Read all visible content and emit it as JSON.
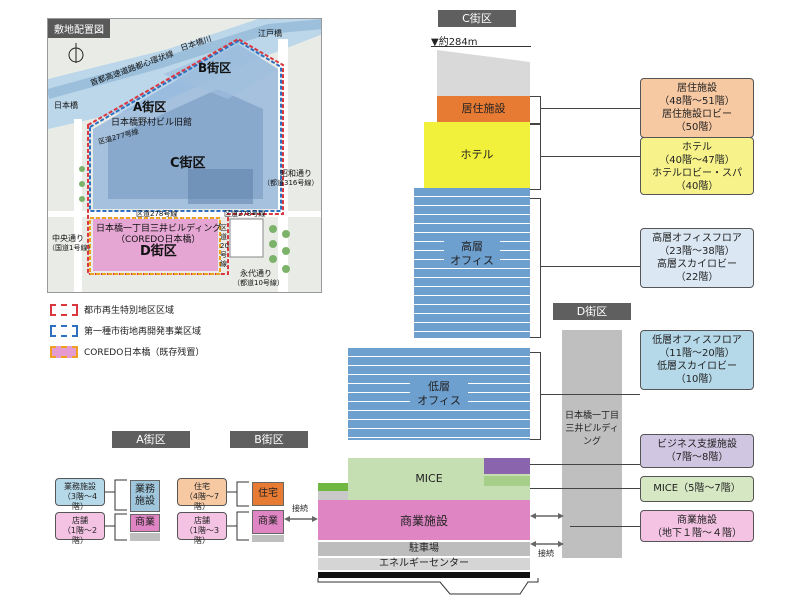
{
  "map": {
    "title": "敷地配置図",
    "labels": {
      "edo_bridge": "江戸橋",
      "nihonbashi_river": "日本橋川",
      "expressway": "首都高速道路都心環状線",
      "nihonbashi": "日本橋",
      "nomura": "日本橋野村ビル旧館",
      "road277": "区道277号線",
      "showa": "昭和通り",
      "showa_sub": "（都道316号線）",
      "road278a": "区道278号線",
      "road278b": "区道278号線",
      "chuo": "中央通り",
      "chuo_sub": "（国道1号線）",
      "road20": "区道20号線",
      "eitai": "永代通り",
      "eitai_sub": "（都道10号線）",
      "b_block": "B街区",
      "a_block": "A街区",
      "c_block": "C街区",
      "d_block": "D街区",
      "mitsui_building": "日本橋一丁目三井ビルディング",
      "coredo": "（COREDO日本橋）"
    }
  },
  "legend": [
    {
      "label": "都市再生特別地区区域",
      "color": "#d9363e"
    },
    {
      "label": "第一種市街地再開発事業区域",
      "color": "#2f6fc0"
    },
    {
      "label": "COREDO日本橋（既存残置）",
      "color": "#f0a020"
    }
  ],
  "towers": {
    "c_header": "C街区",
    "d_header": "D街区",
    "a_header": "A街区",
    "b_header": "B街区",
    "height": "▼約284m",
    "residential": "居住施設",
    "hotel": "ホテル",
    "high_office": "高層\nオフィス",
    "low_office": "低層\nオフィス",
    "mice": "MICE",
    "commercial": "商業施設",
    "parking": "駐車場",
    "energy": "エネルギーセンター",
    "d_building": "日本橋一丁目\n三井ビルディング",
    "connection1": "接続",
    "connection2": "接続"
  },
  "a_block": {
    "callouts": [
      {
        "text": "業務施設\n（3階～4階）"
      },
      {
        "text": "店舗\n（1階～2階）"
      }
    ],
    "office": "業務\n施設",
    "commercial": "商業"
  },
  "b_block": {
    "callouts": [
      {
        "text": "住宅\n（4階～7階）"
      },
      {
        "text": "店舗\n（1階～3階）"
      }
    ],
    "residence": "住宅",
    "commercial": "商業"
  },
  "right_callouts": [
    {
      "text": "居住施設\n（48階～51階）\n居住施設ロビー\n（50階）",
      "color": "#f7c9a3"
    },
    {
      "text": "ホテル\n（40階～47階）\nホテルロビー・スパ\n（40階）",
      "color": "#f7f38a"
    },
    {
      "text": "高層オフィスフロア\n（23階～38階）\n高層スカイロビー\n（22階）",
      "color": "#dbe8f4"
    },
    {
      "text": "低層オフィスフロア\n（11階～20階）\n低層スカイロビー\n（10階）",
      "color": "#b6d9ea"
    },
    {
      "text": "ビジネス支援施設\n（7階～8階）",
      "color": "#d1c6e2"
    },
    {
      "text": "MICE（5階～7階）",
      "color": "#d5e8c3"
    },
    {
      "text": "商業施設\n（地下１階～４階）",
      "color": "#f4c3e3"
    }
  ]
}
